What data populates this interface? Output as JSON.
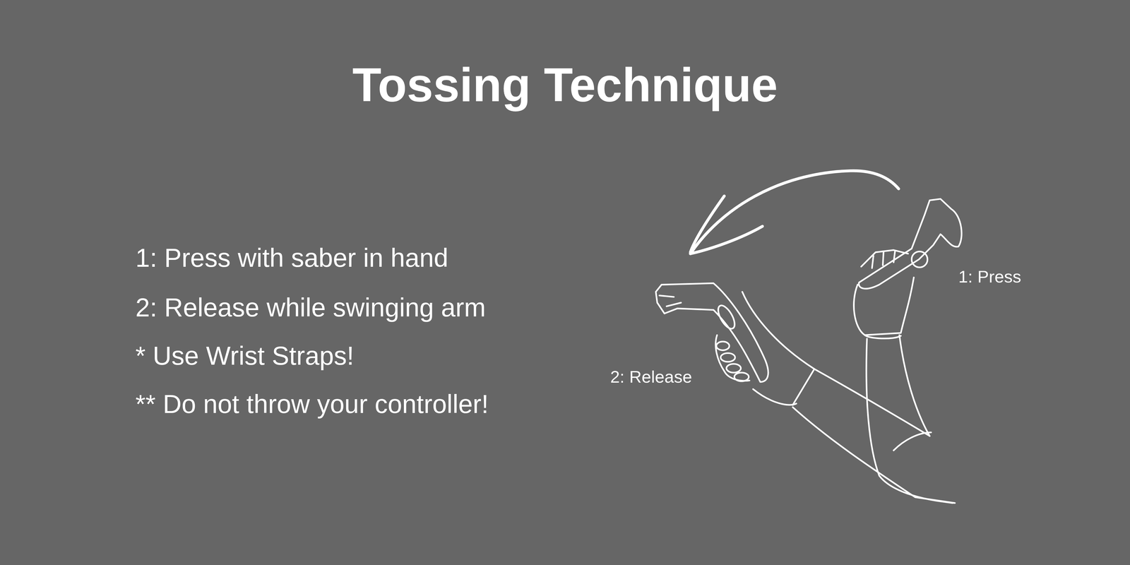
{
  "diagram": {
    "title": "Tossing Technique",
    "labels": [
      "1: Press with saber in hand",
      "2: Release while swinging arm",
      "* Use Wrist Straps!",
      "** Do not throw your controller!",
      "1: Press",
      "2: Release"
    ]
  }
}
